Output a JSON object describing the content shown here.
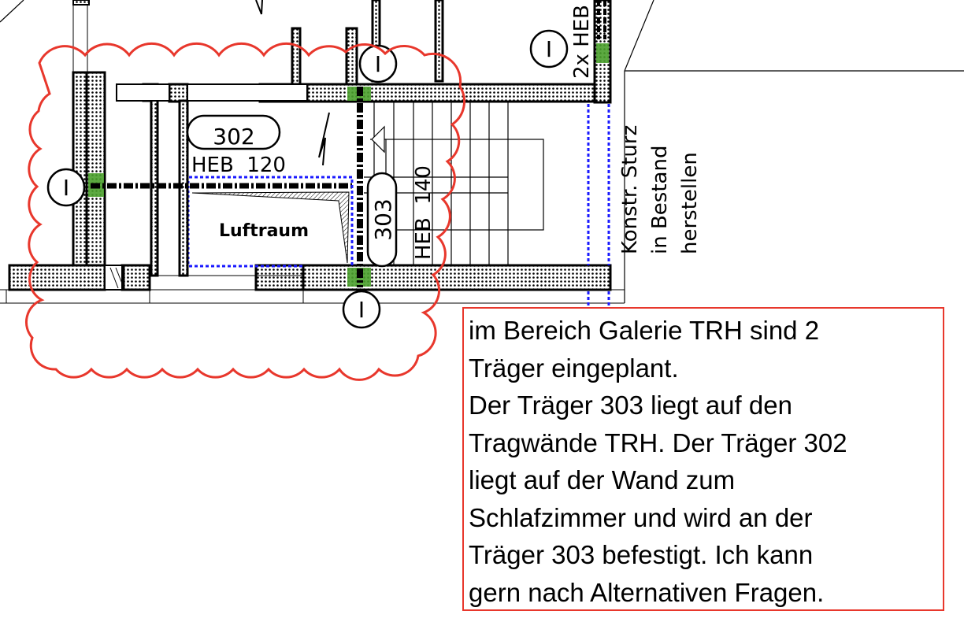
{
  "drawing": {
    "beam_302": {
      "number": "302",
      "profile": "HEB  120"
    },
    "beam_303": {
      "number": "303",
      "profile": "HEB  140"
    },
    "beam_top_right": {
      "profile": "2x HEB"
    },
    "room_label": "Luftraum",
    "marker_label": "I",
    "side_note": [
      "Konstr. Sturz",
      "in Bestand",
      "herstellen"
    ]
  },
  "comment": {
    "lines": [
      "im Bereich Galerie TRH sind 2",
      "Träger eingeplant.",
      "Der Träger 303 liegt auf den",
      "Tragwände TRH. Der Träger 302",
      "liegt auf der Wand zum",
      "Schlafzimmer und wird an der",
      "Träger 303 befestigt. Ich kann",
      "gern nach Alternativen Fragen."
    ]
  },
  "colors": {
    "cloud": "#e8372c",
    "beam_support": "#4aa02c",
    "outline": "#1a1aff"
  }
}
